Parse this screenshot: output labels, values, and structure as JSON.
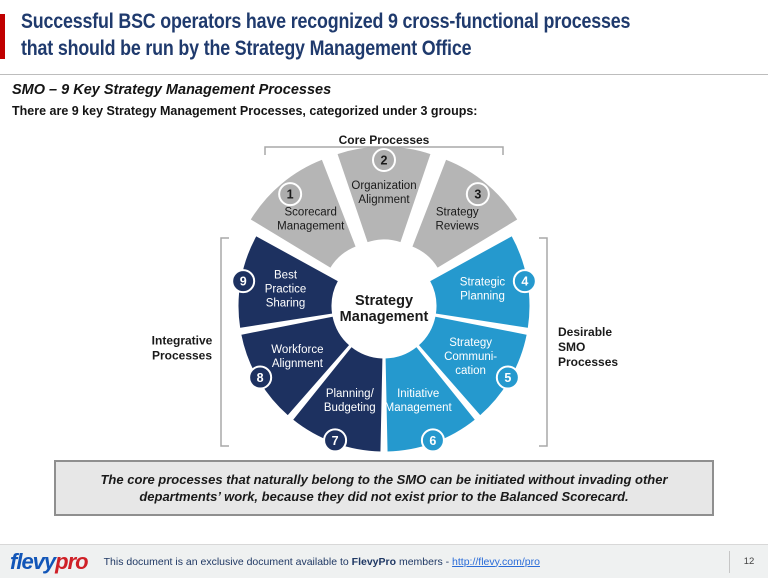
{
  "slide": {
    "title_lines": [
      "Successful BSC operators have recognized 9 cross-functional processes",
      "that should be run by the Strategy Management Office"
    ],
    "subtitle": "SMO – 9 Key Strategy Management Processes",
    "lead": "There are 9 key Strategy Management Processes, categorized under 3 groups:",
    "note": "The core processes that naturally belong to the SMO can be initiated without invading other departments’ work, because they did not exist prior to the Balanced Scorecard."
  },
  "diagram": {
    "center": {
      "lines": [
        "Strategy",
        "Management"
      ]
    },
    "groups": [
      {
        "id": "core",
        "label_lines": [
          "Core Processes"
        ],
        "color": "#B5B5B5",
        "badge_color": "#ADADAD",
        "text_color": "#1A1A1A",
        "number_color": "#1A1A1A"
      },
      {
        "id": "desirable",
        "label_lines": [
          "Desirable",
          "SMO",
          "Processes"
        ],
        "color": "#2599CE",
        "badge_color": "#2599CE",
        "text_color": "#FFFFFF",
        "number_color": "#FFFFFF"
      },
      {
        "id": "integrative",
        "label_lines": [
          "Integrative",
          "Processes"
        ],
        "color": "#1D3160",
        "badge_color": "#1D3160",
        "text_color": "#FFFFFF",
        "number_color": "#FFFFFF"
      }
    ],
    "segments": [
      {
        "number": "1",
        "lines": [
          "Scorecard",
          "Management"
        ],
        "group": "core"
      },
      {
        "number": "2",
        "lines": [
          "Organization",
          "Alignment"
        ],
        "group": "core"
      },
      {
        "number": "3",
        "lines": [
          "Strategy",
          "Reviews"
        ],
        "group": "core"
      },
      {
        "number": "4",
        "lines": [
          "Strategic",
          "Planning"
        ],
        "group": "desirable"
      },
      {
        "number": "5",
        "lines": [
          "Strategy",
          "Communi-",
          "cation"
        ],
        "group": "desirable"
      },
      {
        "number": "6",
        "lines": [
          "Initiative",
          "Management"
        ],
        "group": "desirable"
      },
      {
        "number": "7",
        "lines": [
          "Planning/",
          "Budgeting"
        ],
        "group": "integrative"
      },
      {
        "number": "8",
        "lines": [
          "Workforce",
          "Alignment"
        ],
        "group": "integrative"
      },
      {
        "number": "9",
        "lines": [
          "Best",
          "Practice",
          "Sharing"
        ],
        "group": "integrative"
      }
    ]
  },
  "footer": {
    "logo_flevy": "flevy",
    "logo_pro": "pro",
    "text_prefix": "This document is an exclusive document available to ",
    "text_member": "FlevyPro",
    "text_mid": " members - ",
    "link": "http://flevy.com/pro",
    "page_number": "12"
  },
  "colors": {
    "title": "#1F3A6D",
    "accent_bar": "#C00000",
    "core_gray": "#B5B5B5",
    "desirable_blue": "#2599CE",
    "integrative_navy": "#1D3160",
    "note_bg": "#E7E7E7",
    "footer_bg": "#EFF1F1"
  }
}
